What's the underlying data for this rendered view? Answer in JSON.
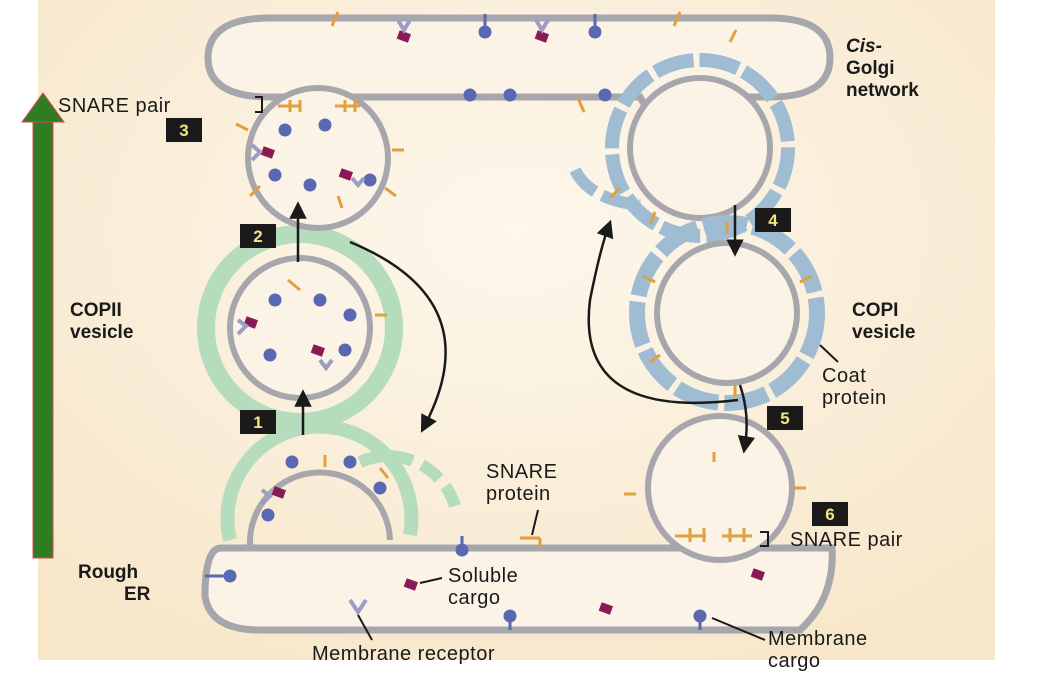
{
  "labels": {
    "cis_golgi_1": "Cis-",
    "cis_golgi_2": "Golgi",
    "cis_golgi_3": "network",
    "snare_pair_top": "SNARE pair",
    "copii_1": "COPII",
    "copii_2": "vesicle",
    "copi_1": "COPI",
    "copi_2": "vesicle",
    "coat_1": "Coat",
    "coat_2": "protein",
    "snare_protein_1": "SNARE",
    "snare_protein_2": "protein",
    "snare_pair_bottom": "SNARE pair",
    "rough_er_1": "Rough",
    "rough_er_2": "ER",
    "soluble_1": "Soluble",
    "soluble_2": "cargo",
    "membrane_receptor": "Membrane receptor",
    "membrane_cargo_1": "Membrane",
    "membrane_cargo_2": "cargo"
  },
  "steps": [
    "1",
    "2",
    "3",
    "4",
    "5",
    "6"
  ],
  "colors": {
    "background": "#fbeed8",
    "membrane": "#a6a6ac",
    "copii_coat": "#b5dcbc",
    "copi_coat": "#9fbcd3",
    "snare": "#e0a040",
    "membrane_cargo": "#5a68b4",
    "soluble_cargo": "#8a1a55",
    "receptor": "#9c9cc4",
    "side_arrow": "#2e7d23"
  }
}
